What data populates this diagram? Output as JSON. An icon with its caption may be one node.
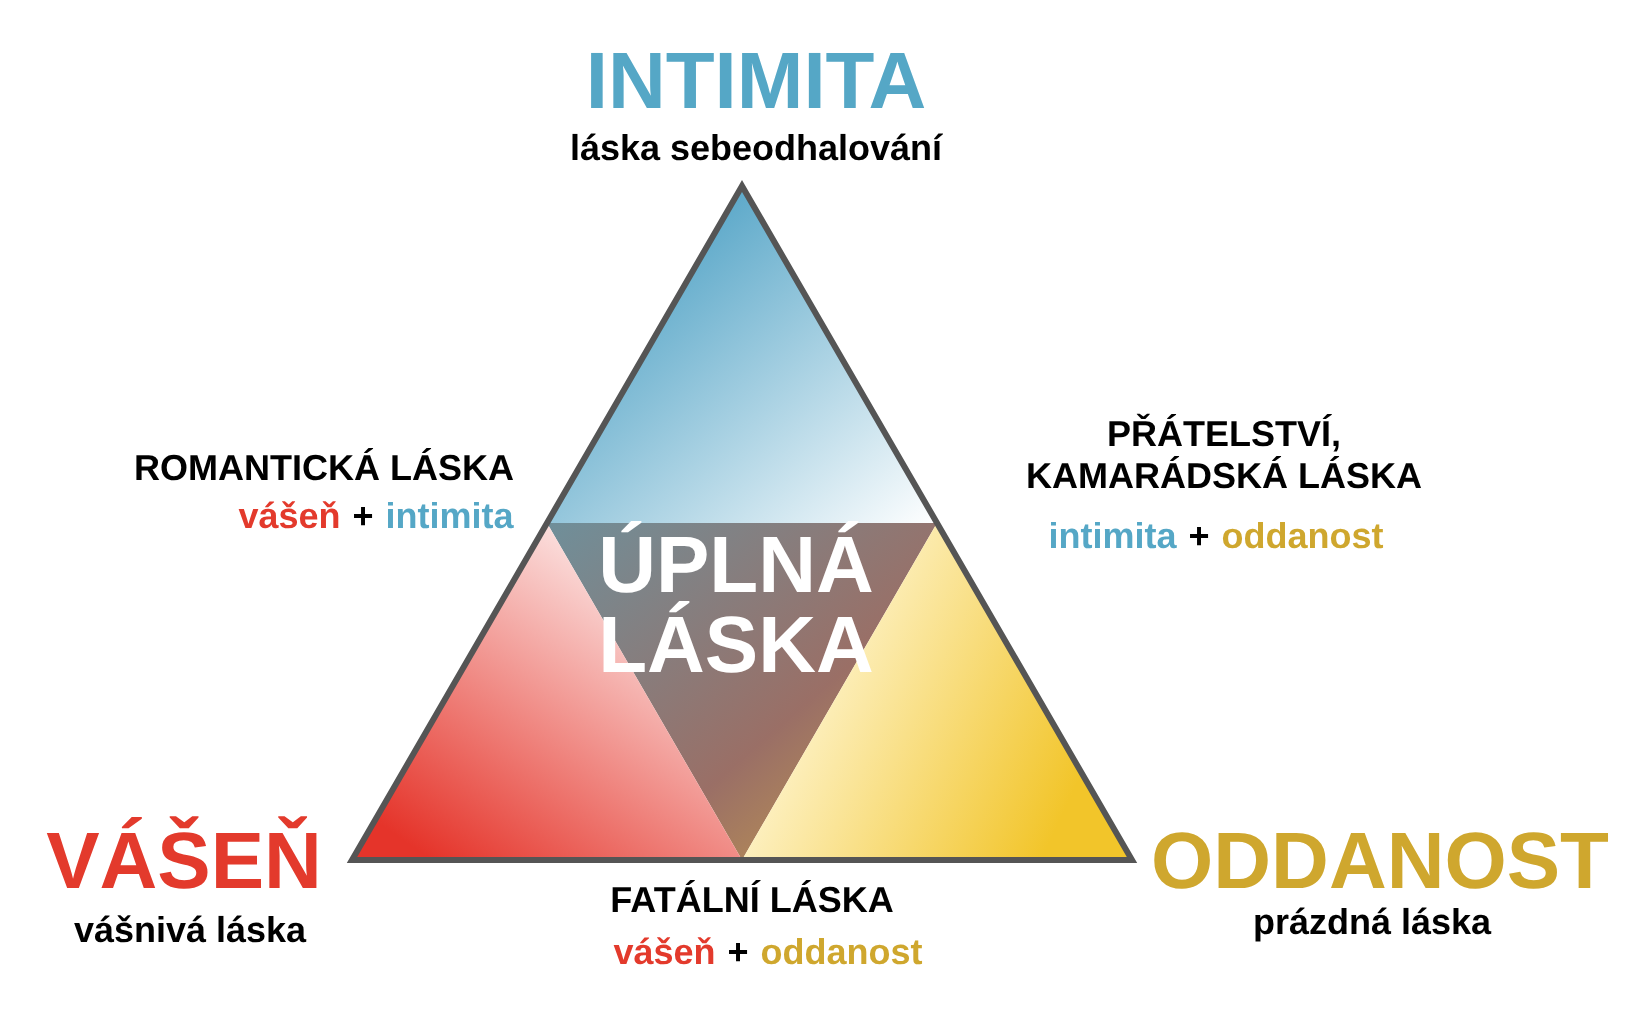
{
  "diagram": {
    "nodes": [
      {
        "text": [
          "ÚPLNÁ LÁSKA"
        ]
      }
    ],
    "labels": [
      "INTIMITA",
      "láska sebeodhalování",
      "ROMANTICKÁ LÁSKA",
      "vášeň",
      "+",
      "intimita",
      "PŘÁTELSTVÍ, KAMARÁDSKÁ LÁSKA",
      "intimita",
      "+",
      "oddanost",
      "VÁŠEŇ",
      "vášnivá láska",
      "ODDANOST",
      "prázdná láska",
      "FATÁLNÍ LÁSKA",
      "vášeň",
      "+",
      "oddanost"
    ]
  }
}
